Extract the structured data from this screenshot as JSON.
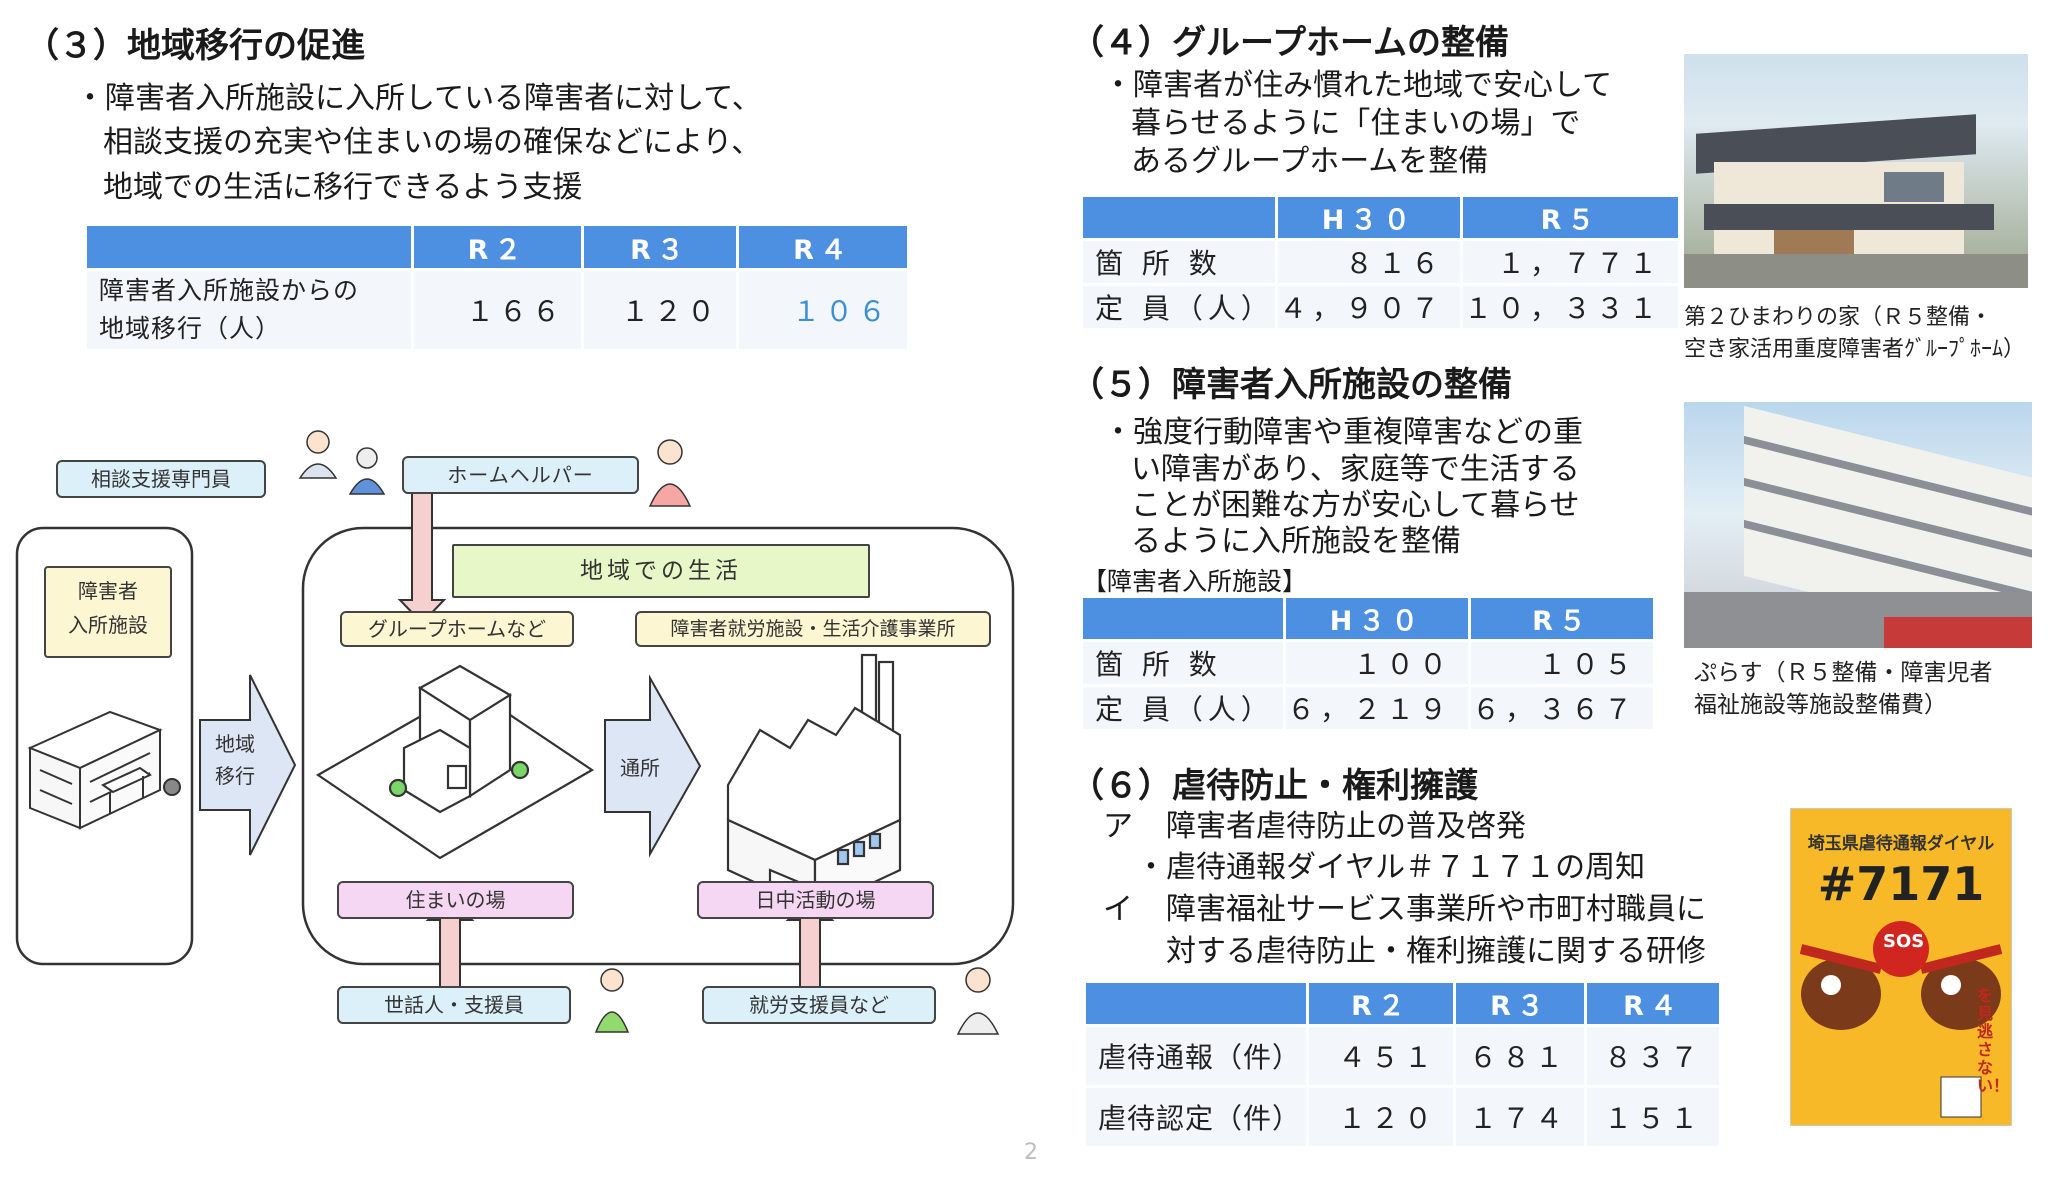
{
  "s3": {
    "title": "（３）地域移行の促進",
    "lines": [
      "・障害者入所施設に入所している障害者に対して、",
      "相談支援の充実や住まいの場の確保などにより、",
      "地域での生活に移行できるよう支援"
    ],
    "table": {
      "headers": [
        "",
        "R２",
        "R３",
        "R４"
      ],
      "row_label_1": "障害者入所施設からの",
      "row_label_2": "地域移行（人）",
      "values": [
        "１６６",
        "１２０",
        "１０６"
      ]
    }
  },
  "diagram": {
    "soudan": "相談支援専門員",
    "homehelper": "ホームヘルパー",
    "shisetsu_1": "障害者",
    "shisetsu_2": "入所施設",
    "chiiki_ikou_1": "地域",
    "chiiki_ikou_2": "移行",
    "chiiki_life": "地域での生活",
    "grouphome": "グループホームなど",
    "shuro": "障害者就労施設・生活介護事業所",
    "tsusho": "通所",
    "sumai": "住まいの場",
    "nicchu": "日中活動の場",
    "sewanin": "世話人・支援員",
    "shuro_shien": "就労支援員など"
  },
  "s4": {
    "title": "（４）グループホームの整備",
    "lines": [
      "・障害者が住み慣れた地域で安心して",
      "暮らせるように「住まいの場」で",
      "あるグループホームを整備"
    ],
    "table": {
      "headers": [
        "",
        "H３０",
        "R５"
      ],
      "rows": [
        {
          "label": "箇 所 数",
          "values": [
            "８１６",
            "１，７７１"
          ]
        },
        {
          "label": "定 員（人）",
          "values": [
            "４，９０７",
            "１０，３３１"
          ]
        }
      ]
    },
    "caption": [
      "第２ひまわりの家（Ｒ５整備・",
      "空き家活用重度障害者ｸﾞﾙｰﾌﾟﾎｰﾑ）"
    ]
  },
  "s5": {
    "title": "（５）障害者入所施設の整備",
    "lines": [
      "・強度行動障害や重複障害などの重",
      "い障害があり、家庭等で生活する",
      "ことが困難な方が安心して暮らせ",
      "るように入所施設を整備"
    ],
    "table_label": "【障害者入所施設】",
    "table": {
      "headers": [
        "",
        "H３０",
        "R５"
      ],
      "rows": [
        {
          "label": "箇 所 数",
          "values": [
            "１００",
            "１０５"
          ]
        },
        {
          "label": "定 員（人）",
          "values": [
            "６，２１９",
            "６，３６７"
          ]
        }
      ]
    },
    "caption": [
      "ぷらす（Ｒ５整備・障害児者",
      "福祉施設等施設整備費）"
    ]
  },
  "s6": {
    "title": "（６）虐待防止・権利擁護",
    "a_mark": "ア",
    "a_text": "障害者虐待防止の普及啓発",
    "a_sub": "・虐待通報ダイヤル＃７１７１の周知",
    "i_mark": "イ",
    "i_text_1": "障害福祉サービス事業所や市町村職員に",
    "i_text_2": "対する虐待防止・権利擁護に関する研修",
    "table": {
      "headers": [
        "",
        "R２",
        "R３",
        "R４"
      ],
      "rows": [
        {
          "label": "虐待通報（件）",
          "values": [
            "４５１",
            "６８１",
            "８３７"
          ]
        },
        {
          "label": "虐待認定（件）",
          "values": [
            "１２０",
            "１７４",
            "１５１"
          ]
        }
      ]
    },
    "poster": {
      "top": "埼玉県虐待通報ダイヤル",
      "number": "#7171",
      "sos": "SOS",
      "side": "を見逃さない！"
    }
  },
  "page_number": "2",
  "colors": {
    "header_blue": "#4d8fe0",
    "cell_bg": "#f3f6fa",
    "r4_blue": "#3b8fd6"
  }
}
